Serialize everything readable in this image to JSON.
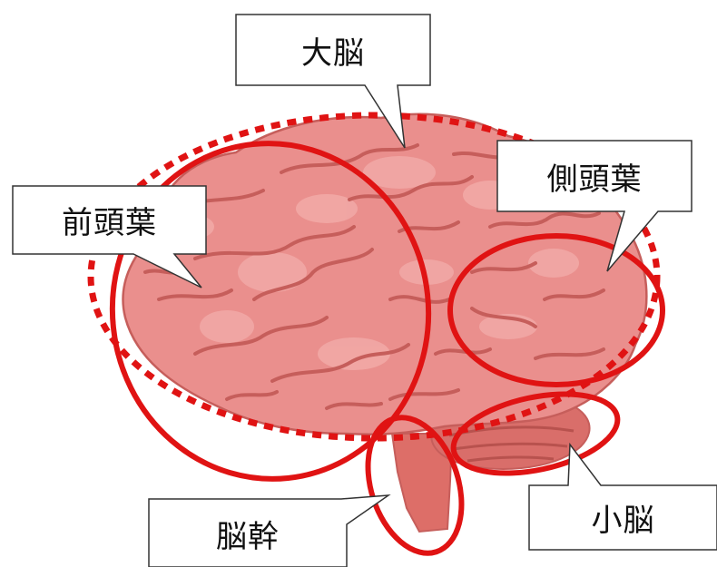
{
  "labels": {
    "cerebrum": "大脳",
    "frontal_lobe": "前頭葉",
    "parietal_lobe": "側頭葉",
    "brainstem": "脳幹",
    "cerebellum": "小脳"
  },
  "colors": {
    "outline": "#e01313",
    "brain_fill": "#ea8f8d",
    "brain_highlight": "#f2aaa7",
    "brain_groove": "#c65e5b",
    "stem_fill": "#dd6e68",
    "callout_border": "#333333",
    "callout_fill": "#ffffff"
  },
  "icons": {
    "brain": "brain-illustration"
  }
}
